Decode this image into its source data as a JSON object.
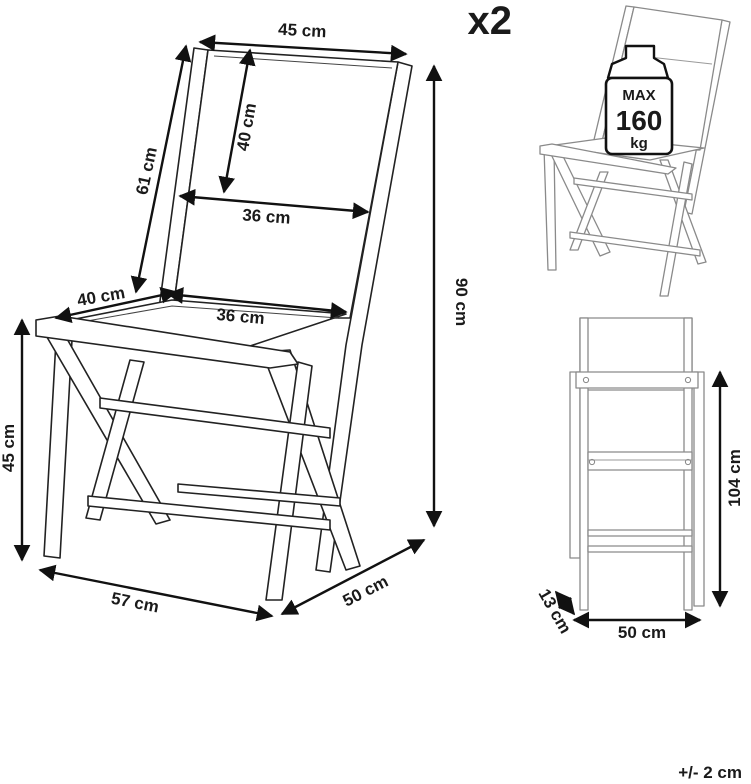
{
  "quantity_label": "x2",
  "tolerance_label": "+/- 2 cm",
  "weight_badge": {
    "line1": "MAX",
    "line2": "160",
    "line3": "kg"
  },
  "dimensions": {
    "backrest_width": "45 cm",
    "backrest_inner_height": "40 cm",
    "backrest_height": "61 cm",
    "backrest_inner_width": "36 cm",
    "seat_depth": "40 cm",
    "seat_width": "36 cm",
    "total_height": "90 cm",
    "seat_height": "45 cm",
    "depth": "57 cm",
    "width": "50 cm",
    "folded_height": "104 cm",
    "folded_thickness": "13 cm",
    "folded_width": "50 cm"
  }
}
